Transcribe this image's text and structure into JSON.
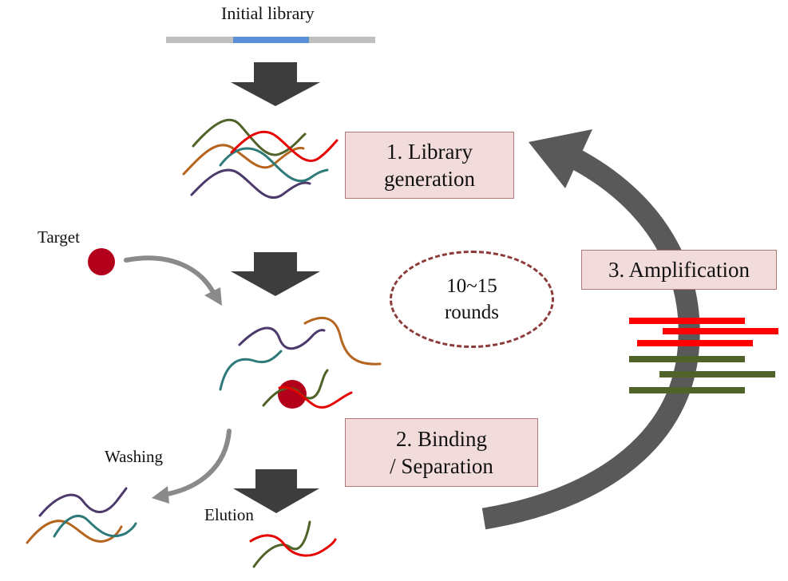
{
  "labels": {
    "initial_library": "Initial library",
    "target": "Target",
    "washing": "Washing",
    "elution": "Elution"
  },
  "steps": {
    "library_generation": {
      "line1": "1. Library",
      "line2": "generation"
    },
    "binding_separation": {
      "line1": "2. Binding",
      "line2": "/ Separation"
    },
    "amplification": {
      "label": "3. Amplification"
    }
  },
  "cycle": {
    "line1": "10~15",
    "line2": "rounds"
  },
  "colors": {
    "arrow_dark": "#3d3d3d",
    "arrow_grey": "#8a8a8a",
    "library_bar_grey": "#bfbfbf",
    "library_bar_blue": "#5b8fd6",
    "box_fill": "#f2dcdb",
    "box_border": "#b07a78",
    "target_red": "#b3001b",
    "dashed_oval": "#8c3b3b",
    "strand_green": "#4f6228",
    "strand_red": "#e60000",
    "strand_orange": "#b5651d",
    "strand_purple": "#4b3a6b",
    "strand_teal": "#2e7a7a",
    "amplicon_red": "#ff0000",
    "amplicon_green": "#4f6228"
  }
}
